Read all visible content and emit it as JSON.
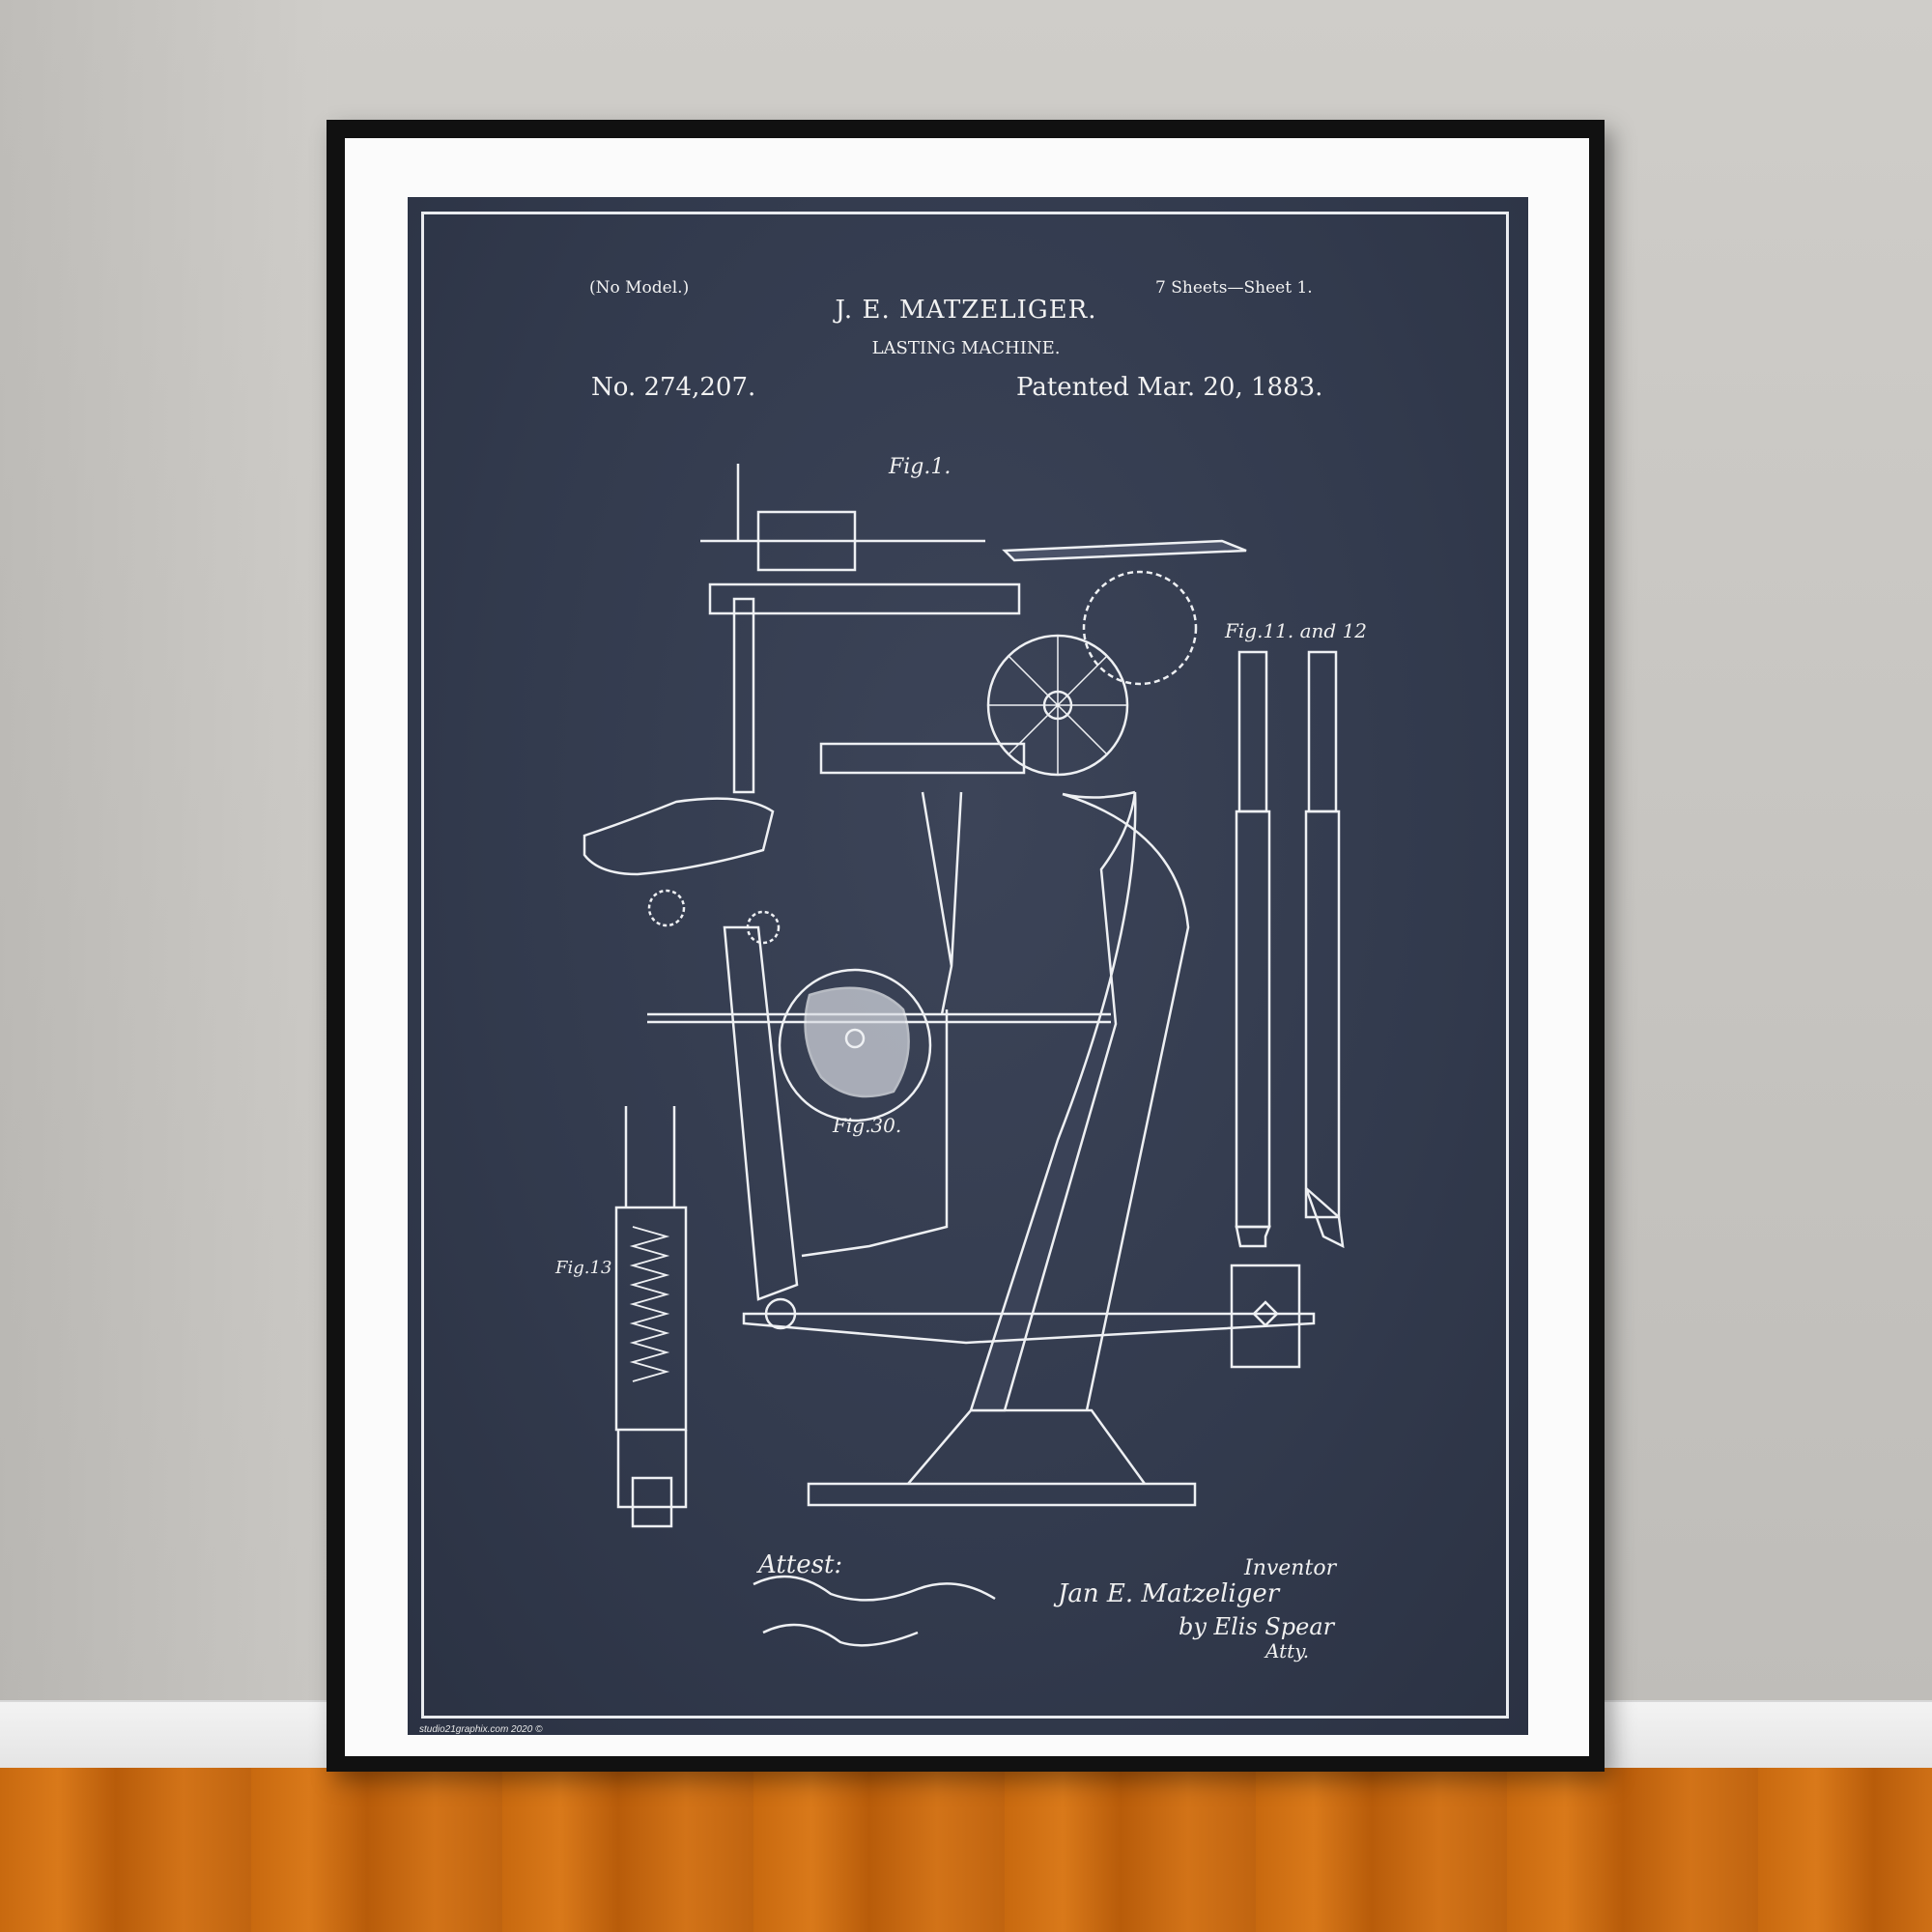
{
  "poster": {
    "no_model": "(No Model.)",
    "sheets": "7 Sheets—Sheet 1.",
    "inventor_name": "J. E. MATZELIGER.",
    "invention": "LASTING MACHINE.",
    "patent_number": "No. 274,207.",
    "patent_date": "Patented Mar. 20, 1883.",
    "figures": {
      "fig1": "Fig.1.",
      "fig11": "Fig.11. and 12",
      "fig30": "Fig.30.",
      "fig13": "Fig.13"
    },
    "signatures": {
      "attest": "Attest:",
      "inventor": "Inventor",
      "inventor_sig": "Jan E. Matzeliger",
      "by": "by Elis Spear",
      "atty": "Atty."
    },
    "credit": "studio21graphix.com 2020 ©"
  },
  "colors": {
    "poster_bg": "#323a4d",
    "ink": "#f2f2f2",
    "mat": "#fbfbfb",
    "frame": "#111111",
    "floor": "#c8690f"
  }
}
